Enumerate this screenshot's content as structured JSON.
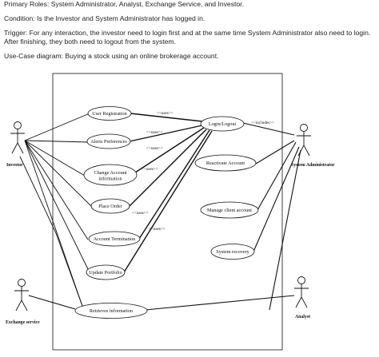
{
  "text": {
    "roles": "Primary Roles: System Administrator, Analyst, Exchange Service, and Investor.",
    "condition": "Condition: Is the Investor and System Administrator has logged in.",
    "trigger": "Trigger: For any interaction, the investor need to login first and at the same time System Administrator also need to login. After finishing, they both need to logout from the system.",
    "diagram_title": "Use-Case diagram: Buying a stock using an online brokerage account."
  },
  "actors": {
    "investor": "Investor",
    "sysadmin": "System Administrator",
    "exchange": "Exchange service",
    "analyst": "Analyst"
  },
  "usecases": {
    "user_registration": "User Registration",
    "login_logout": "Login/Logout",
    "alerts_preferences": "Alerts Preferences",
    "change_account_line1": "Change Account",
    "change_account_line2": "information",
    "place_order": "Place Order",
    "account_termination": "Account Termination",
    "update_portfolio": "Update Portfolio",
    "retrieves_information": "Retrieves information",
    "reactivate_account": "Reactivate Account",
    "manage_client_account": "Manage client account",
    "system_recovery": "System recovery"
  },
  "relations": {
    "uses1": "<<uses>>",
    "uses2": "<<uses>>",
    "uses3": "<<uses>>",
    "uses4": "<<uses>>",
    "uses5": "<<uses>>",
    "uses6": "<<uses>>",
    "includes": "<<includes>>"
  }
}
